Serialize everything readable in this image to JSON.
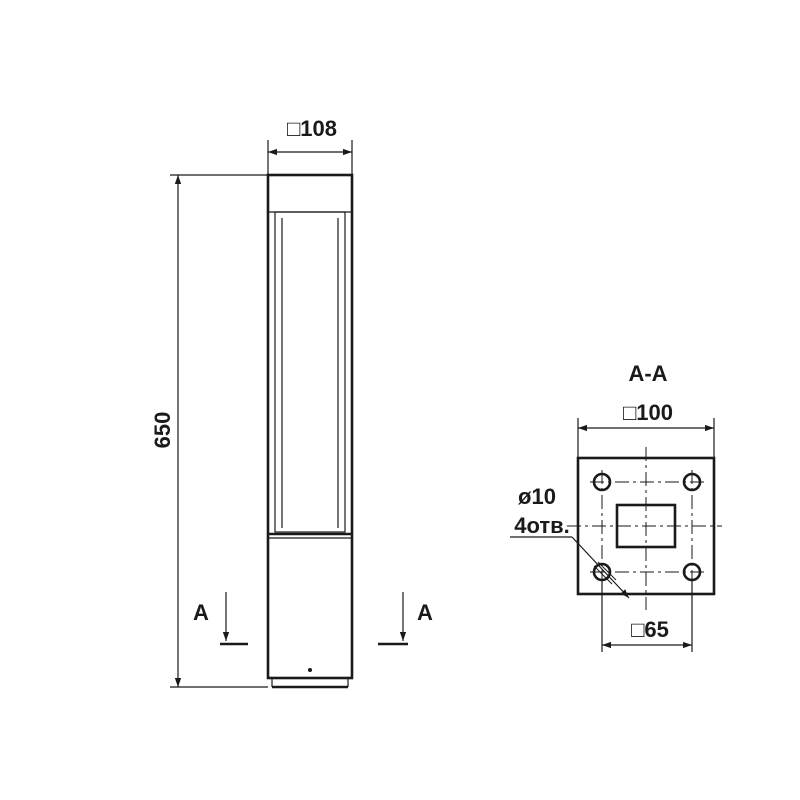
{
  "elevation": {
    "width_label": "□108",
    "height_label": "650",
    "section_mark_left": "A",
    "section_mark_right": "A"
  },
  "section": {
    "title": "A-A",
    "plate_label": "□100",
    "hole_diameter_label": "ø10",
    "hole_count_label": "4отв.",
    "hole_spacing_label": "□65"
  }
}
